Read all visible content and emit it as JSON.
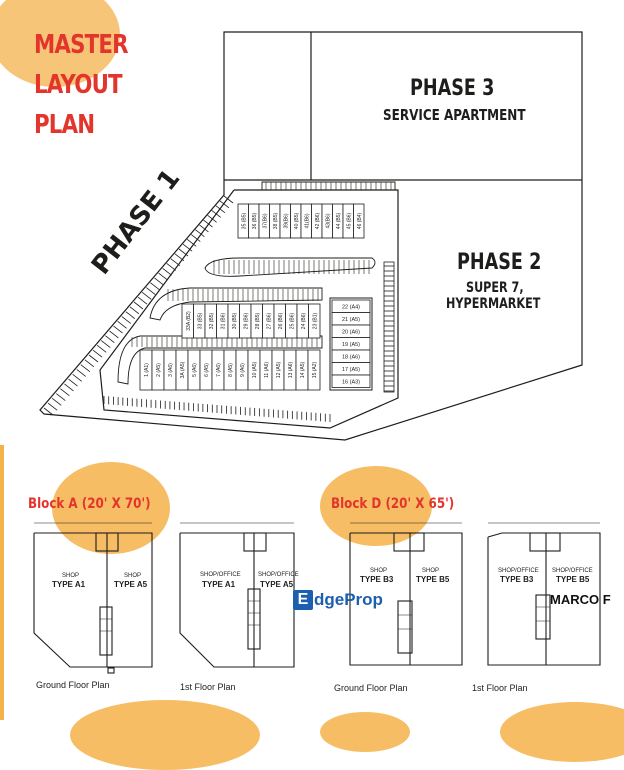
{
  "title": {
    "line1": "MASTER",
    "line2": "LAYOUT",
    "line3": "PLAN"
  },
  "phases": {
    "phase1": "PHASE 1",
    "phase2": {
      "title": "PHASE 2",
      "line1": "SUPER 7,",
      "line2": "HYPERMARKET"
    },
    "phase3": {
      "title": "PHASE 3",
      "line1": "SERVICE APARTMENT"
    }
  },
  "lots_top_row": [
    "35 (B5)",
    "36 (B5)",
    "37(B6)",
    "38 (B5)",
    "39(B6)",
    "40 (B5)",
    "41(B6)",
    "42 (B6)",
    "43(B6)",
    "44 (B5)",
    "45 (B6)",
    "46 (B4)"
  ],
  "lots_mid_row": [
    "33A (B2)",
    "33 (B5)",
    "32 (B5)",
    "31 (B6)",
    "30 (B5)",
    "29 (B6)",
    "28 (B5)",
    "27 (B6)",
    "26 (B6)",
    "25 (B6)",
    "24 (B6)",
    "23 (B1)"
  ],
  "lots_low_row": [
    "1 (A1)",
    "2 (A5)",
    "3 (A6)",
    "3A (A5)",
    "5 (A6)",
    "6 (A5)",
    "7 (A6)",
    "8 (A5)",
    "9 (A6)",
    "10 (A5)",
    "11 (A6)",
    "12 (A5)",
    "13 (A6)",
    "14 (A5)",
    "15 (A2)"
  ],
  "lots_right_col": [
    "22 (A4)",
    "21 (A5)",
    "20 (A6)",
    "19 (A5)",
    "18 (A6)",
    "17 (A5)",
    "16 (A3)"
  ],
  "blocks": {
    "a": {
      "title": "Block A (20' X 70')",
      "ground_caption": "Ground Floor Plan",
      "first_caption": "1st Floor Plan",
      "ground_labels": {
        "left_top": "SHOP",
        "left_type": "TYPE A1",
        "right_top": "SHOP",
        "right_type": "TYPE A5"
      },
      "first_labels": {
        "left_top": "SHOP/OFFICE",
        "left_type": "TYPE A1",
        "right_top": "SHOP/OFFICE",
        "right_type": "TYPE A5"
      }
    },
    "d": {
      "title": "Block D (20' X 65')",
      "ground_caption": "Ground Floor Plan",
      "first_caption": "1st Floor Plan",
      "ground_labels": {
        "left_top": "SHOP",
        "left_type": "TYPE B3",
        "right_top": "SHOP",
        "right_type": "TYPE B5"
      },
      "first_labels": {
        "left_top": "SHOP/OFFICE",
        "left_type": "TYPE B3",
        "right_top": "SHOP/OFFICE",
        "right_type": "TYPE B5"
      }
    }
  },
  "watermark": {
    "logo_letter": "E",
    "logo_text": "dgeProp",
    "agent": "MARCO F"
  },
  "colors": {
    "accent_red": "#e3352b",
    "blob_orange": "#f4b24a",
    "line": "#1d1d1b",
    "logo_blue": "#1b5fae"
  }
}
